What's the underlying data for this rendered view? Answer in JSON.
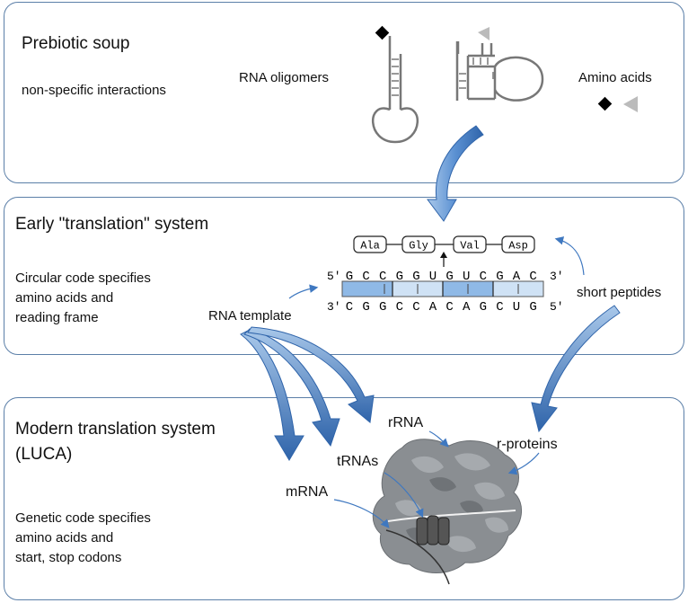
{
  "panels": {
    "prebiotic": {
      "title": "Prebiotic soup",
      "desc": "non-specific interactions",
      "rna_label": "RNA oligomers",
      "aa_label": "Amino acids"
    },
    "early": {
      "title": "Early \"translation\" system",
      "desc_lines": [
        "Circular code specifies",
        "amino acids and",
        "reading frame"
      ],
      "template_label": "RNA template",
      "peptides_label": "short peptides",
      "amino_acids": [
        "Ala",
        "Gly",
        "Val",
        "Asp"
      ],
      "top_strand": [
        "G",
        "C",
        "C",
        "G",
        "G",
        "U",
        "G",
        "U",
        "C",
        "G",
        "A",
        "C"
      ],
      "bottom_strand": [
        "C",
        "G",
        "G",
        "C",
        "C",
        "A",
        "C",
        "A",
        "G",
        "C",
        "U",
        "G"
      ],
      "top_left": "5'",
      "top_right": "3'",
      "bottom_left": "3'",
      "bottom_right": "5'"
    },
    "modern": {
      "title_lines": [
        "Modern translation system",
        "(LUCA)"
      ],
      "desc_lines": [
        "Genetic code  specifies",
        "amino acids and",
        "start, stop codons"
      ],
      "rrna": "rRNA",
      "rproteins": "r-proteins",
      "trnas": "tRNAs",
      "mrna": "mRNA"
    }
  },
  "colors": {
    "panel_border": "#5b7fa8",
    "arrow_blue": "#3f78c0",
    "arrow_light": "#a9c8ea",
    "strand_fill": "#8fb9e6",
    "strand_light": "#cfe2f5",
    "ribosome": "#8a8e92"
  }
}
